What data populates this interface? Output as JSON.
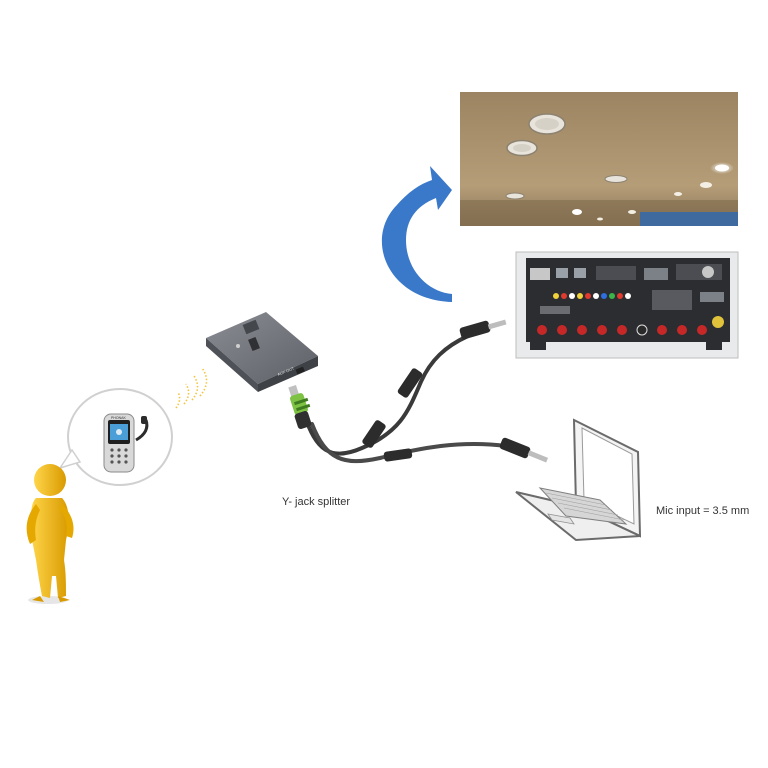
{
  "labels": {
    "y_jack_splitter": "Y- jack splitter",
    "mic_input": "Mic input = 3.5 mm",
    "phone_brand": "PHONAK"
  },
  "colors": {
    "figure_yellow": "#f2b200",
    "arrow_blue": "#3a78c9",
    "receiver_box": "#5e6168",
    "ceiling": "#a8906c",
    "cable": "#3a3a3a",
    "jack_green": "#7dc242",
    "laptop_frame": "#6b6b6b"
  }
}
